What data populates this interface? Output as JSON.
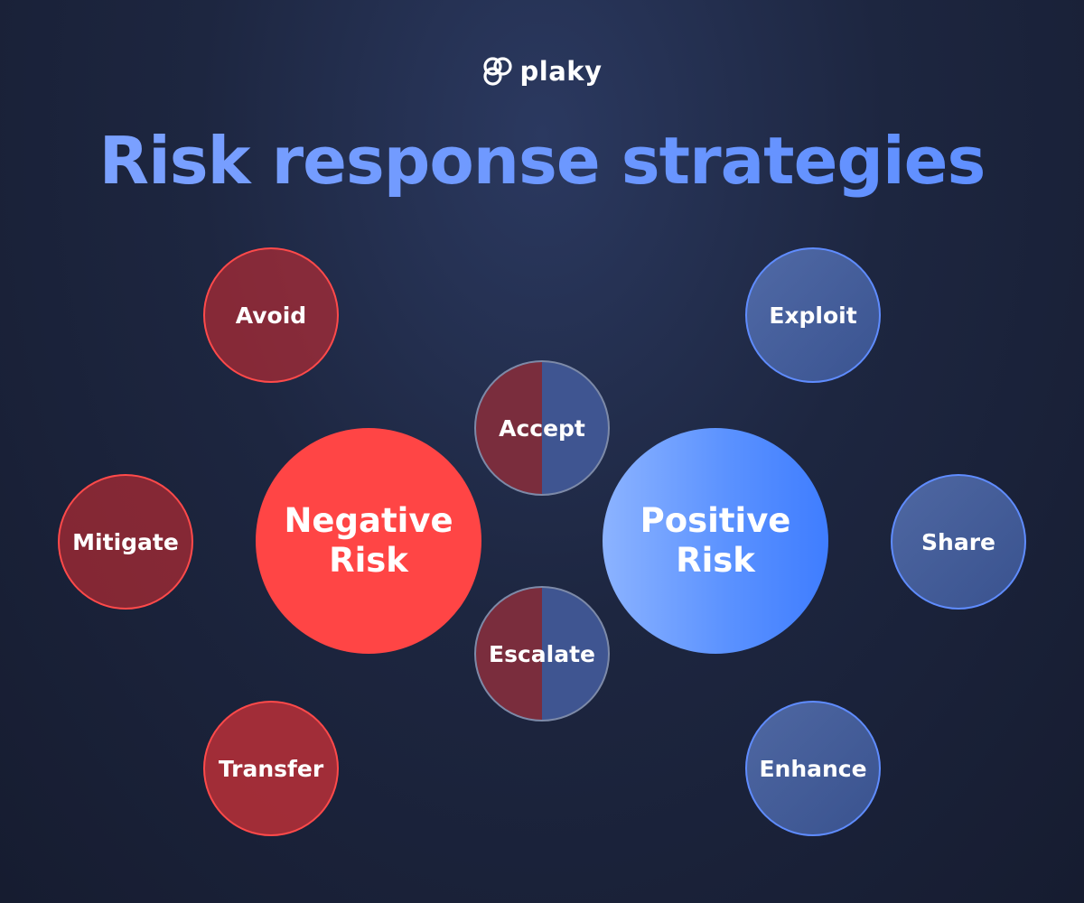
{
  "brand": {
    "name": "plaky",
    "icon": "plaky-logo-icon"
  },
  "title": "Risk response strategies",
  "colors": {
    "negative": "#ff4545",
    "positive": "#5b92ff",
    "title": "#6d97ff"
  },
  "center": {
    "negative": "Negative Risk",
    "positive": "Positive Risk"
  },
  "negative_strategies": [
    "Avoid",
    "Mitigate",
    "Transfer"
  ],
  "positive_strategies": [
    "Exploit",
    "Share",
    "Enhance"
  ],
  "shared_strategies": [
    "Accept",
    "Escalate"
  ]
}
